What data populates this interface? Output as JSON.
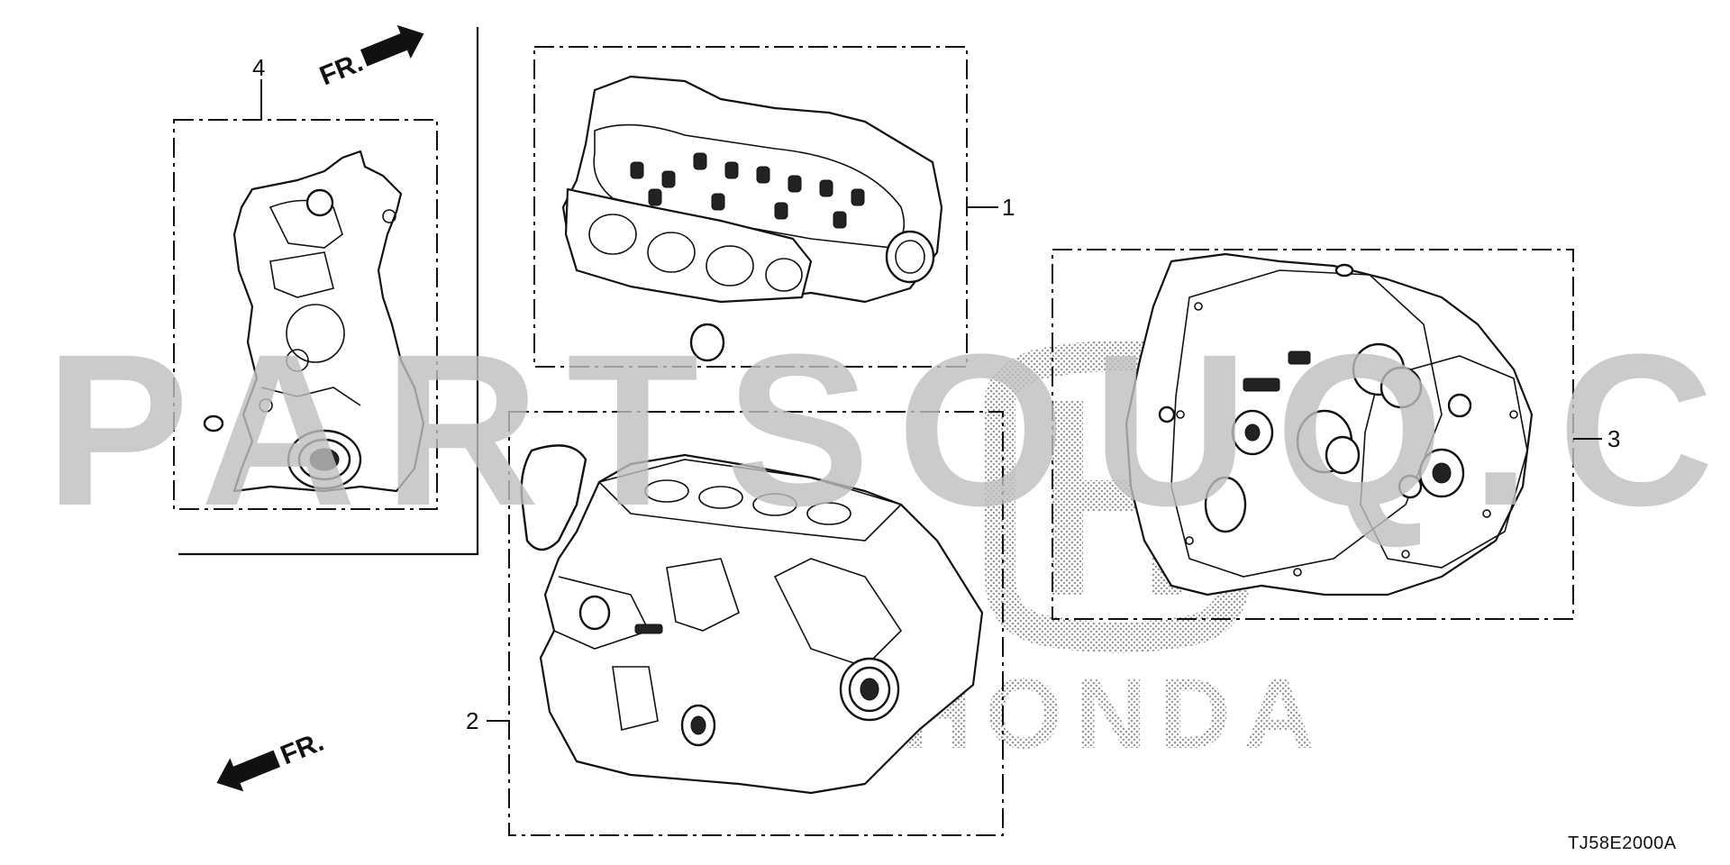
{
  "callouts": {
    "p1": "1",
    "p2": "2",
    "p3": "3",
    "p4": "4"
  },
  "front_markers": {
    "top": "FR.",
    "bottom": "FR."
  },
  "diagram_code": "TJ58E2000A",
  "watermark": "PARTSOUQ.COM",
  "brand": "HONDA",
  "icons": [
    "front-direction-arrow-icon",
    "honda-logo-icon"
  ],
  "colors": {
    "ink": "#111111",
    "watermark": "#bfbfbf",
    "background": "#ffffff"
  }
}
